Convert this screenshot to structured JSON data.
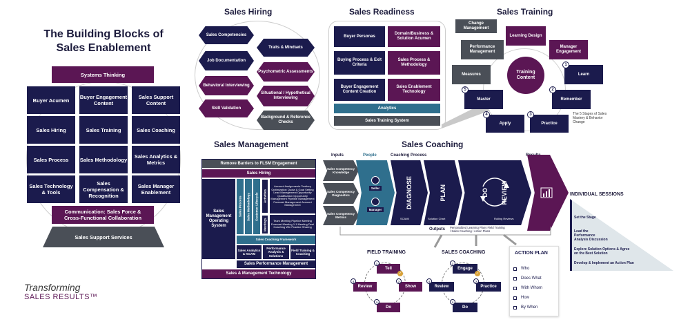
{
  "main_title": "The Building Blocks of Sales Enablement",
  "blocks": {
    "top": "Systems Thinking",
    "grid": [
      "Buyer Acumen",
      "Buyer Engagement Content",
      "Sales Support Content",
      "Sales Hiring",
      "Sales Training",
      "Sales Coaching",
      "Sales Process",
      "Sales Methodology",
      "Sales Analytics & Metrics",
      "Sales Technology & Tools",
      "Sales Compensation & Recognition",
      "Sales Manager Enablement"
    ],
    "communication": "Communication: Sales Force & Cross-Functional Collaboration",
    "support": "Sales Support Services"
  },
  "logo": {
    "line1": "Transforming",
    "line2": "SALES RESULTS™"
  },
  "hiring": {
    "title": "Sales Hiring",
    "items": [
      "Sales Competencies",
      "Traits & Mindsets",
      "Job Documentation",
      "Psychometric Assessments",
      "Behavioral Interviewing",
      "Situational / Hypothetical Interviewing",
      "Skill Validation",
      "Background & Reference Checks"
    ]
  },
  "readiness": {
    "title": "Sales Readiness",
    "items": [
      "Buyer Personas",
      "Domain/Business & Solution Acumen",
      "Buying Process & Exit Criteria",
      "Sales Process & Methodology",
      "Buyer Engagement Content Creation",
      "Sales Enablement Technology"
    ],
    "analytics": "Analytics",
    "system": "Sales Training System"
  },
  "training": {
    "title": "Sales Training",
    "center": "Training Content",
    "nodes": [
      "Change Management",
      "Learning Design",
      "Performance Management",
      "Manager Engagement",
      "Measures",
      "Learn",
      "Master",
      "Remember",
      "Apply",
      "Practice"
    ],
    "numbers": [
      "1",
      "2",
      "3",
      "4",
      "5"
    ],
    "note": "The 5 Stages of Sales Mastery & Behavior Change"
  },
  "management": {
    "title": "Sales Management",
    "remove": "Remove Barriers to FLSM Engagement",
    "hiring": "Sales Hiring",
    "operating": "Sales Management Operating System",
    "columns": [
      "Sales Process",
      "Sales Methodology",
      "Customer Lifecycle"
    ],
    "activities": "Activities",
    "meetings": "Meetings",
    "activity_list": "Account Assignments Territory Optimization Quota & Goal Setting Lead Management Opportunity Qualification Opportunity Management Pipeline Management Forecast Management Account Management",
    "meeting_list": "Team Meeting Pipeline Meeting Forecast Meeting 1:1 Meeting Deal Coaching Win Practice Sharing",
    "coaching_framework": "Sales Coaching Framework",
    "sub": [
      "Sales Analytics & KGAM",
      "Performance Analysis & Solutions",
      "Field Training & Coaching"
    ],
    "perf": "Sales Performance Management",
    "tech": "Sales & Management Technology"
  },
  "coaching": {
    "title": "Sales Coaching",
    "inputs_label": "Inputs",
    "people_label": "People",
    "process_label": "Coaching Process",
    "results_label": "Results",
    "inputs": [
      "Sales Competency Knowledge",
      "Sales Competency Diagnostics",
      "Sales Competency Metrics"
    ],
    "seller": "Seller",
    "manager": "Manager",
    "steps": [
      "DIAGNOSE",
      "PLAN",
      "DO",
      "REVIEW"
    ],
    "step_notes": [
      "SCAMI",
      "Solution Chart",
      "",
      "Rolling Reviews"
    ],
    "outputs_label": "Outputs",
    "outputs_text": "Personalized Learning Plans Field Training / Sales Coaching / Action Plans",
    "individual_title": "INDIVIDUAL SESSIONS",
    "individual_items": [
      "Set the Stage",
      "Lead the Performance Analysis Discussion",
      "Explore Solution Options & Agree on the Best Solution",
      "Develop & Implement an Action Plan"
    ]
  },
  "field_training": {
    "title": "FIELD TRAINING",
    "nodes": [
      "Tell",
      "Show",
      "Do",
      "Review"
    ],
    "numbers": [
      "1",
      "2",
      "3",
      "4"
    ]
  },
  "sales_coaching_cycle": {
    "title": "SALES COACHING",
    "nodes": [
      "Engage",
      "Practice",
      "Do",
      "Review"
    ],
    "numbers": [
      "1",
      "2",
      "3",
      "4"
    ]
  },
  "action_plan": {
    "title": "ACTION PLAN",
    "items": [
      "Who",
      "Does What",
      "With Whom",
      "How",
      "By When"
    ]
  },
  "colors": {
    "navy": "#1b1b4d",
    "purple": "#5b1654",
    "gray": "#4a4f57",
    "teal": "#2f6f8d",
    "gold": "#d8a23a"
  }
}
